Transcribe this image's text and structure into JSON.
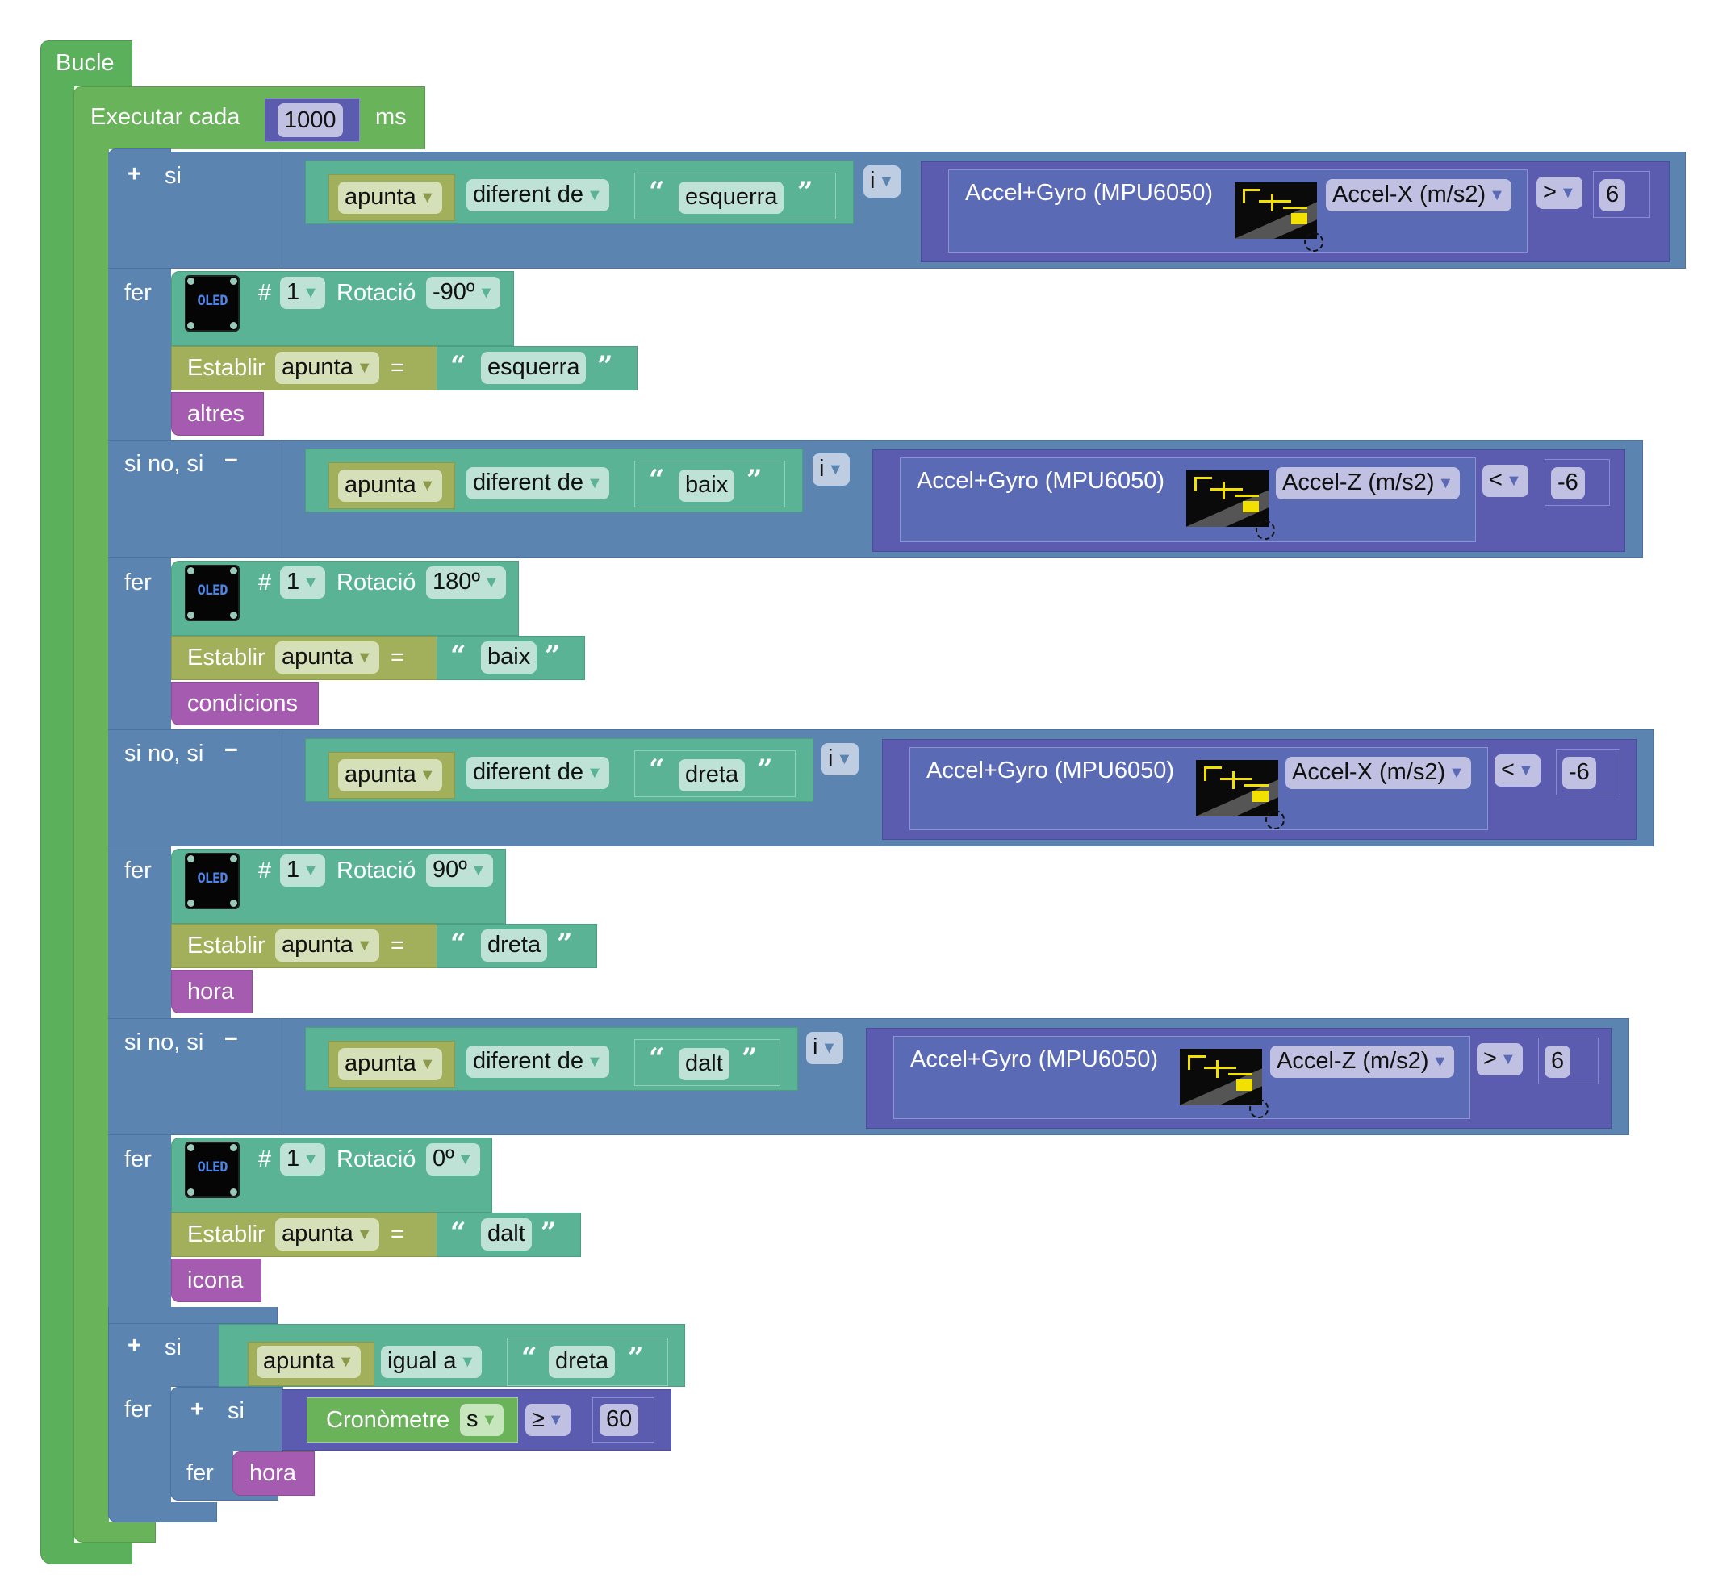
{
  "loop": {
    "label": "Bucle"
  },
  "every": {
    "label": "Executar cada",
    "value": "1000",
    "unit": "ms"
  },
  "if1": {
    "plus_icon": "+",
    "si_label": "si",
    "fer_label": "fer",
    "elseif_label": "si no, si",
    "minus_icon": "−",
    "branches": [
      {
        "var": "apunta",
        "op": "diferent de",
        "text": "esquerra",
        "logic": "i",
        "sensor": "Accel+Gyro (MPU6050)",
        "axis": "Accel-X (m/s2)",
        "cmp": ">",
        "num": "6",
        "oled_num": "1",
        "rot_label": "Rotació",
        "rot": "-90º",
        "set_label": "Establir",
        "set_var": "apunta",
        "eq": "=",
        "set_text": "esquerra",
        "call": "altres"
      },
      {
        "var": "apunta",
        "op": "diferent de",
        "text": "baix",
        "logic": "i",
        "sensor": "Accel+Gyro (MPU6050)",
        "axis": "Accel-Z (m/s2)",
        "cmp": "<",
        "num": "-6",
        "oled_num": "1",
        "rot_label": "Rotació",
        "rot": "180º",
        "set_label": "Establir",
        "set_var": "apunta",
        "eq": "=",
        "set_text": "baix",
        "call": "condicions"
      },
      {
        "var": "apunta",
        "op": "diferent de",
        "text": "dreta",
        "logic": "i",
        "sensor": "Accel+Gyro (MPU6050)",
        "axis": "Accel-X (m/s2)",
        "cmp": "<",
        "num": "-6",
        "oled_num": "1",
        "rot_label": "Rotació",
        "rot": "90º",
        "set_label": "Establir",
        "set_var": "apunta",
        "eq": "=",
        "set_text": "dreta",
        "call": "hora"
      },
      {
        "var": "apunta",
        "op": "diferent de",
        "text": "dalt",
        "logic": "i",
        "sensor": "Accel+Gyro (MPU6050)",
        "axis": "Accel-Z (m/s2)",
        "cmp": ">",
        "num": "6",
        "oled_num": "1",
        "rot_label": "Rotació",
        "rot": "0º",
        "set_label": "Establir",
        "set_var": "apunta",
        "eq": "=",
        "set_text": "dalt",
        "call": "icona"
      }
    ]
  },
  "if2": {
    "plus_icon": "+",
    "si_label": "si",
    "fer_label": "fer",
    "var": "apunta",
    "op": "igual a",
    "text": "dreta",
    "inner": {
      "plus_icon": "+",
      "si_label": "si",
      "fer_label": "fer",
      "timer_label": "Cronòmetre",
      "timer_unit": "s",
      "cmp": "≥",
      "num": "60",
      "call": "hora"
    }
  },
  "common": {
    "hash": "#",
    "oled_text": "OLED",
    "open_quote": "“",
    "close_quote": "”"
  },
  "colors": {
    "loop": "#5bb05b",
    "if": "#5b84b1",
    "text": "#5ab394",
    "variable": "#a3b05b",
    "procedure": "#a55bb0",
    "logic": "#5b5bb0",
    "sensor": "#5b6ab5"
  }
}
